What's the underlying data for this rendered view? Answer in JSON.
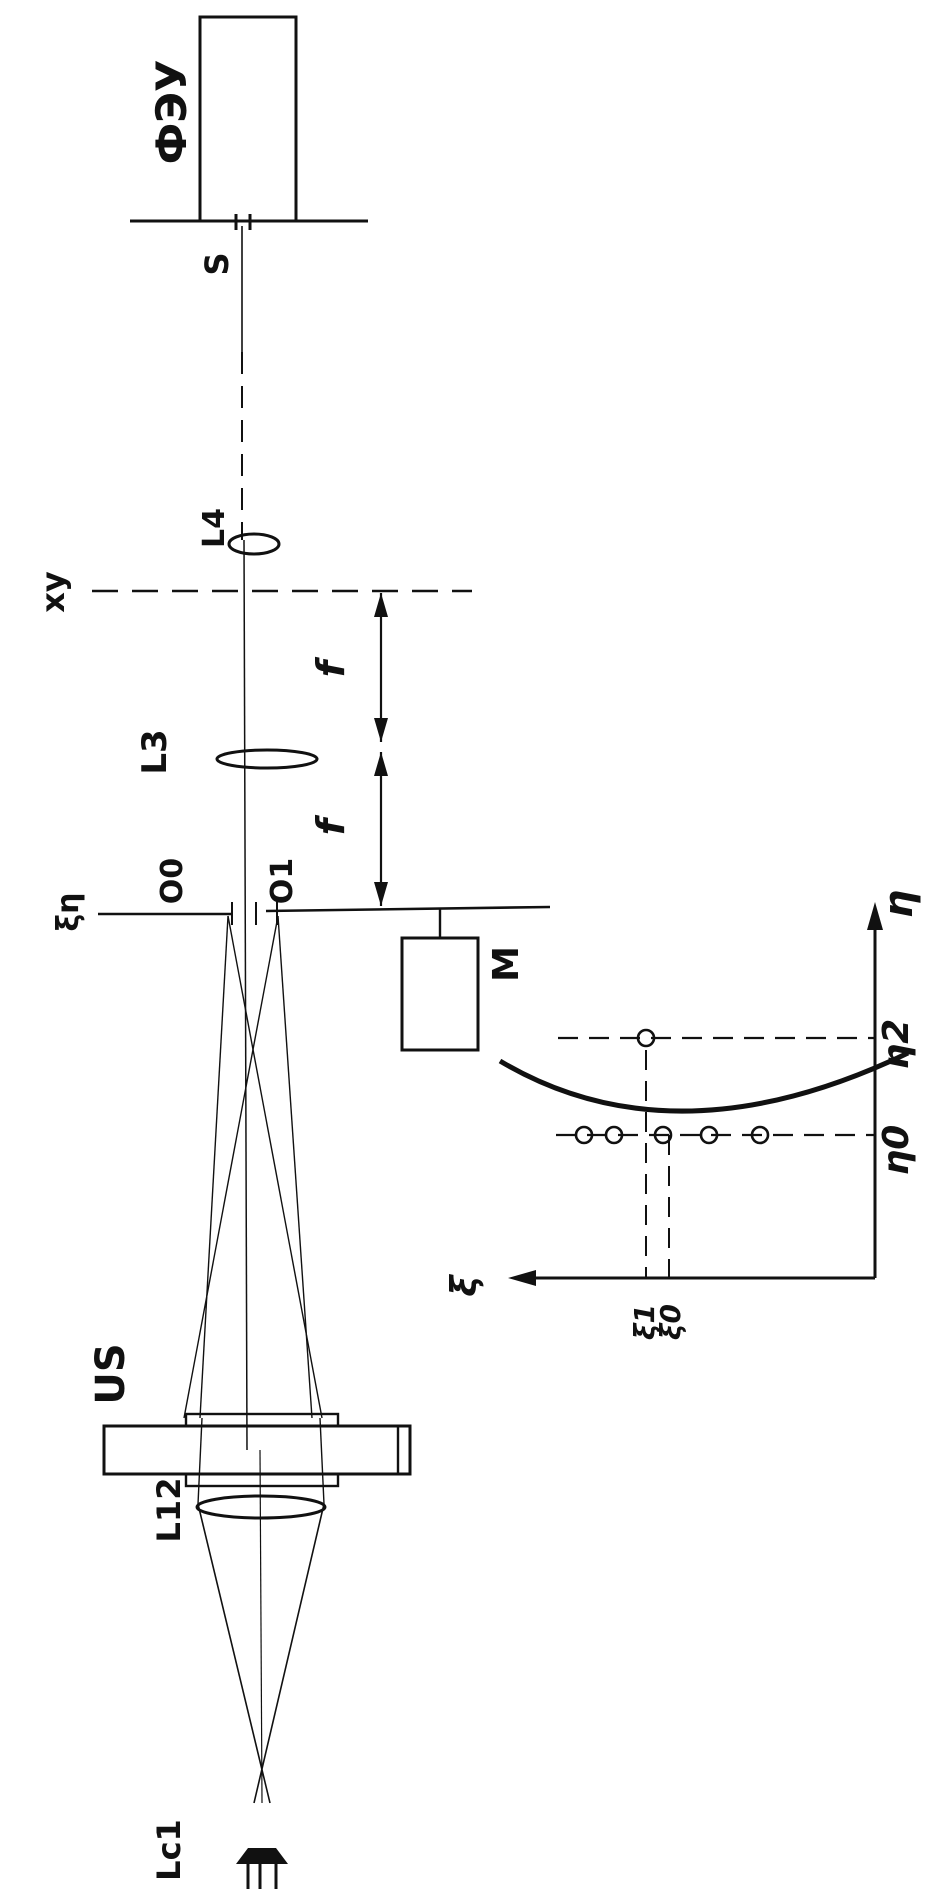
{
  "labels": {
    "detector": "ФЭУ",
    "slit": "S",
    "lens4": "L4",
    "plane_xy": "xy",
    "focal_upper": "f",
    "focal_lower": "f",
    "lens3": "L3",
    "plane_xi_eta": "ξη",
    "order0": "O0",
    "order1": "O1",
    "modulator": "M",
    "ultrasonic_cell": "US",
    "lens2": "L12",
    "lens1": "Lc1",
    "axis_eta": "η",
    "eta2": "η2",
    "eta0": "η0",
    "axis_xi": "ξ",
    "xi1": "ξ1",
    "xi0": "ξ0"
  },
  "colors": {
    "ink": "#111111",
    "paper": "#ffffff"
  }
}
